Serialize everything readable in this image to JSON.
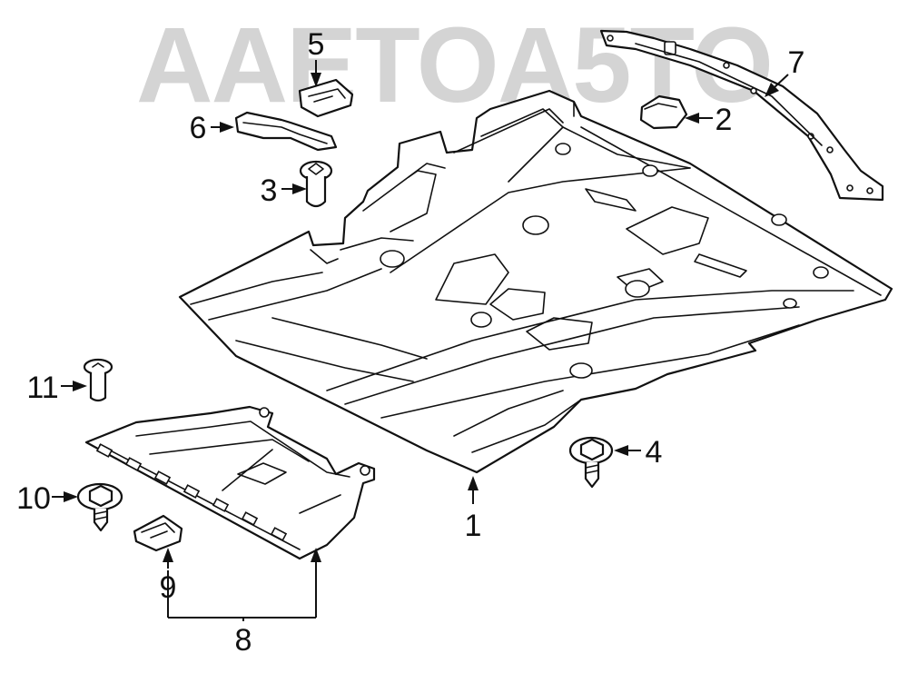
{
  "watermark": {
    "text": "AAETOA5TO",
    "color": "#d4d4d4"
  },
  "diagram": {
    "line_color": "#111111",
    "callouts": [
      {
        "id": "1",
        "label": "1",
        "part": "main-splash-shield"
      },
      {
        "id": "2",
        "label": "2",
        "part": "grommet"
      },
      {
        "id": "3",
        "label": "3",
        "part": "push-pin-retainer"
      },
      {
        "id": "4",
        "label": "4",
        "part": "screw-with-washer"
      },
      {
        "id": "5",
        "label": "5",
        "part": "u-nut-clip"
      },
      {
        "id": "6",
        "label": "6",
        "part": "side-bracket"
      },
      {
        "id": "7",
        "label": "7",
        "part": "reinforcement-bar"
      },
      {
        "id": "8",
        "label": "8",
        "part": "rear-shield-assembly"
      },
      {
        "id": "9",
        "label": "9",
        "part": "shield-clip"
      },
      {
        "id": "10",
        "label": "10",
        "part": "tapping-screw"
      },
      {
        "id": "11",
        "label": "11",
        "part": "bolt"
      }
    ]
  }
}
